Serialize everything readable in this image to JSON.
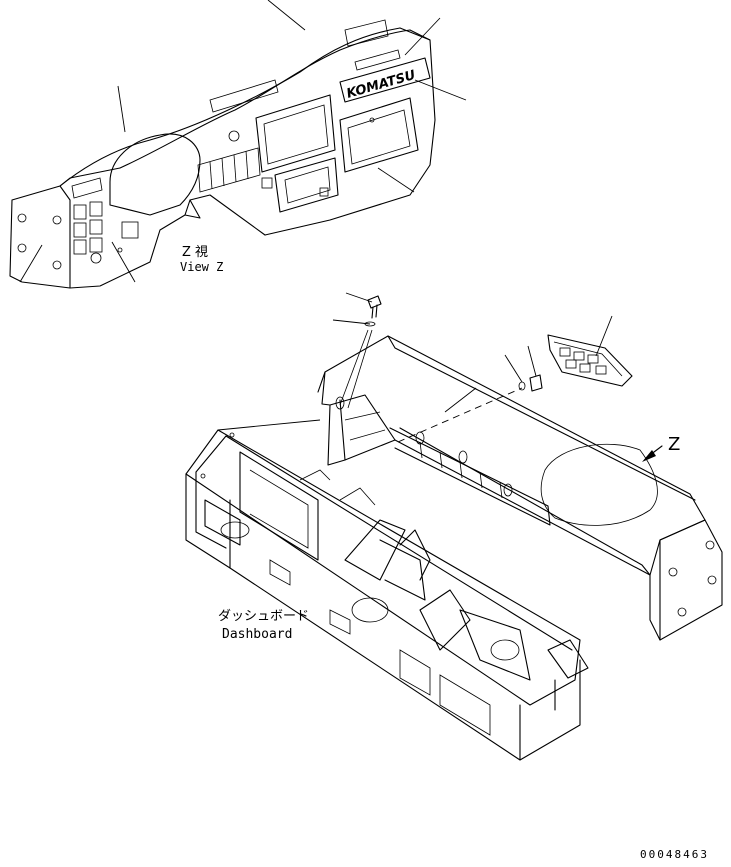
{
  "labels": {
    "view_z_jp": "Z 視",
    "view_z_en": "View Z",
    "z_marker": "Z",
    "brand_logo": "KOMATSU",
    "dashboard_jp": "ダッシュボード",
    "dashboard_en": "Dashboard",
    "drawing_number": "00048463"
  },
  "colors": {
    "line": "#000000",
    "background": "#ffffff"
  }
}
